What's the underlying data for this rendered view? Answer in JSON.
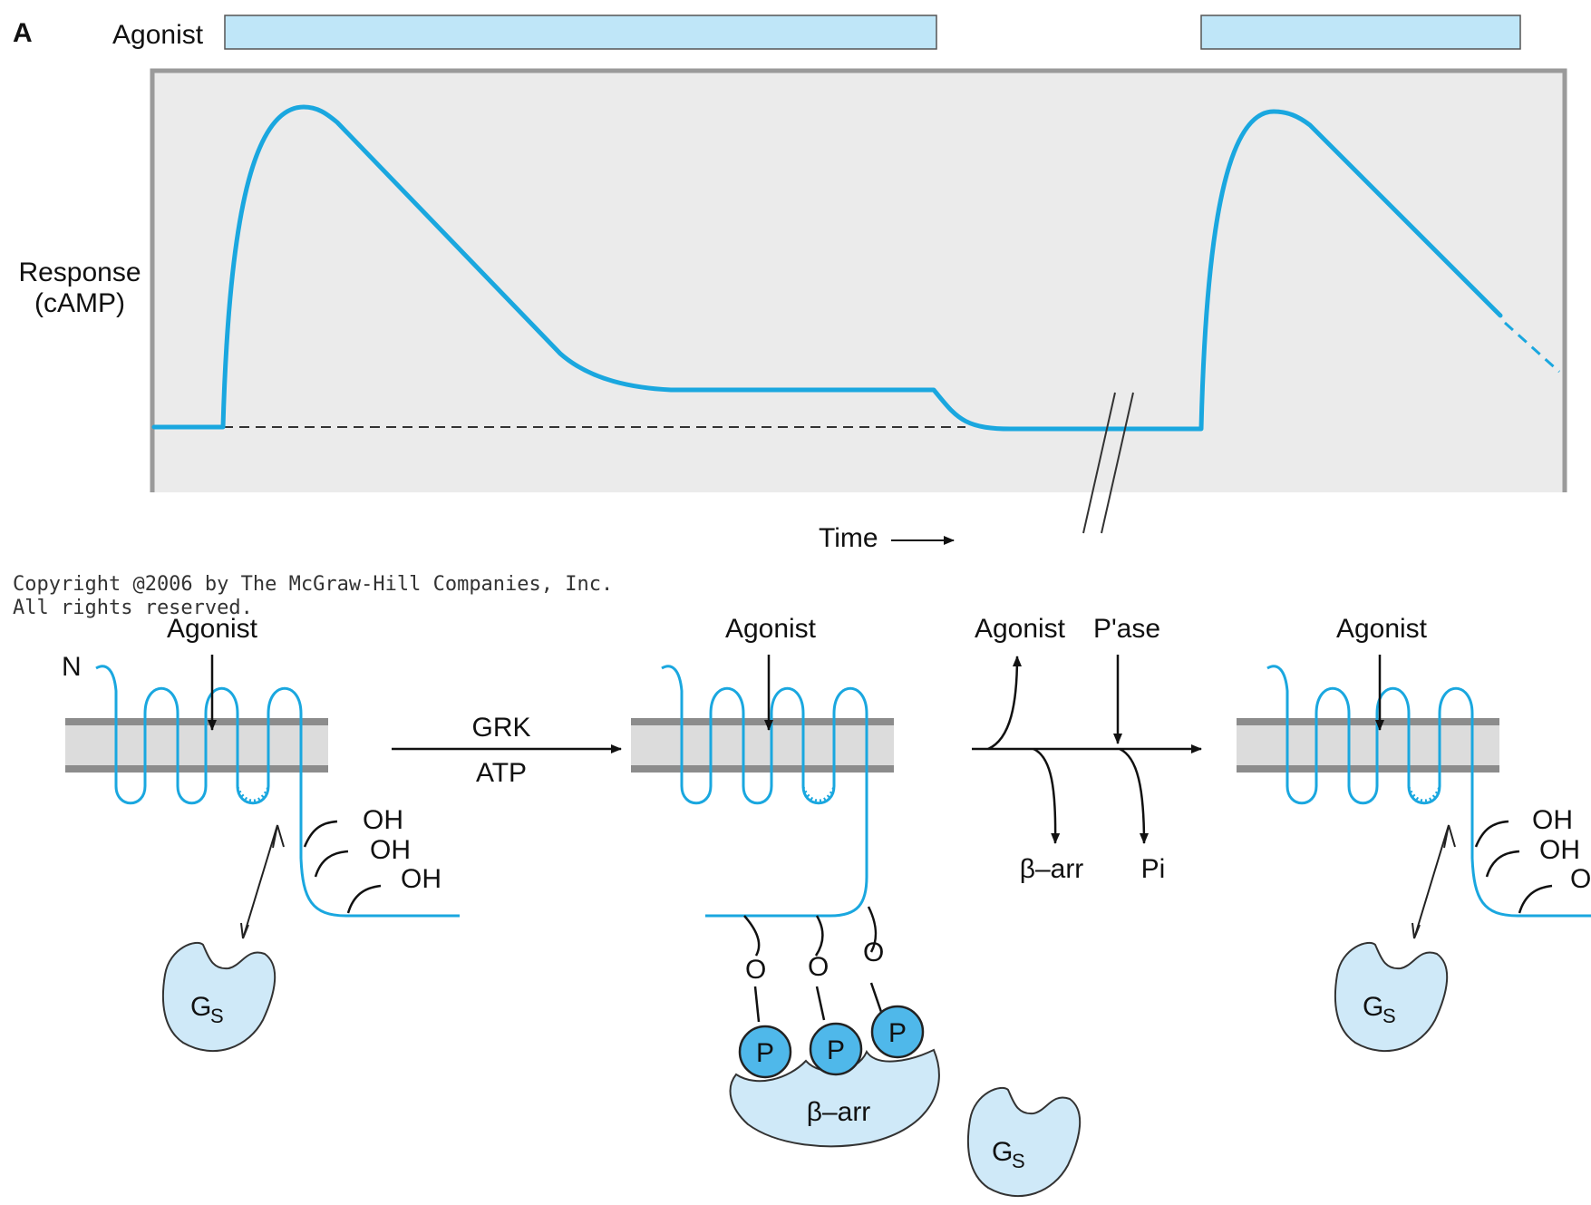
{
  "panel_letter": "A",
  "top": {
    "agonist_label": "Agonist",
    "y_label_line1": "Response",
    "y_label_line2": "(cAMP)",
    "x_label": "Time",
    "colors": {
      "curve": "#1aa7df",
      "agonist_bar": "#bfe6f8",
      "plot_bg": "#ebebeb"
    }
  },
  "copyright_line1": "Copyright @2006 by The McGraw-Hill Companies, Inc.",
  "copyright_line2": "All rights reserved.",
  "bottom": {
    "state1": {
      "agonist": "Agonist",
      "n_terminus": "N",
      "oh1": "OH",
      "oh2": "OH",
      "oh3": "OH",
      "g_main": "G",
      "g_sub": "S"
    },
    "arrow1": {
      "top": "GRK",
      "bottom": "ATP"
    },
    "state2": {
      "agonist": "Agonist",
      "o1": "O",
      "o2": "O",
      "o3": "O",
      "p1": "P",
      "p2": "P",
      "p3": "P",
      "barr": "β–arr",
      "g_main": "G",
      "g_sub": "S"
    },
    "arrow2": {
      "agonist": "Agonist",
      "pase": "P'ase",
      "barr": "β–arr",
      "pi": "Pi"
    },
    "state3": {
      "agonist": "Agonist",
      "oh1": "OH",
      "oh2": "OH",
      "oh3": "O",
      "g_main": "G",
      "g_sub": "S"
    }
  }
}
